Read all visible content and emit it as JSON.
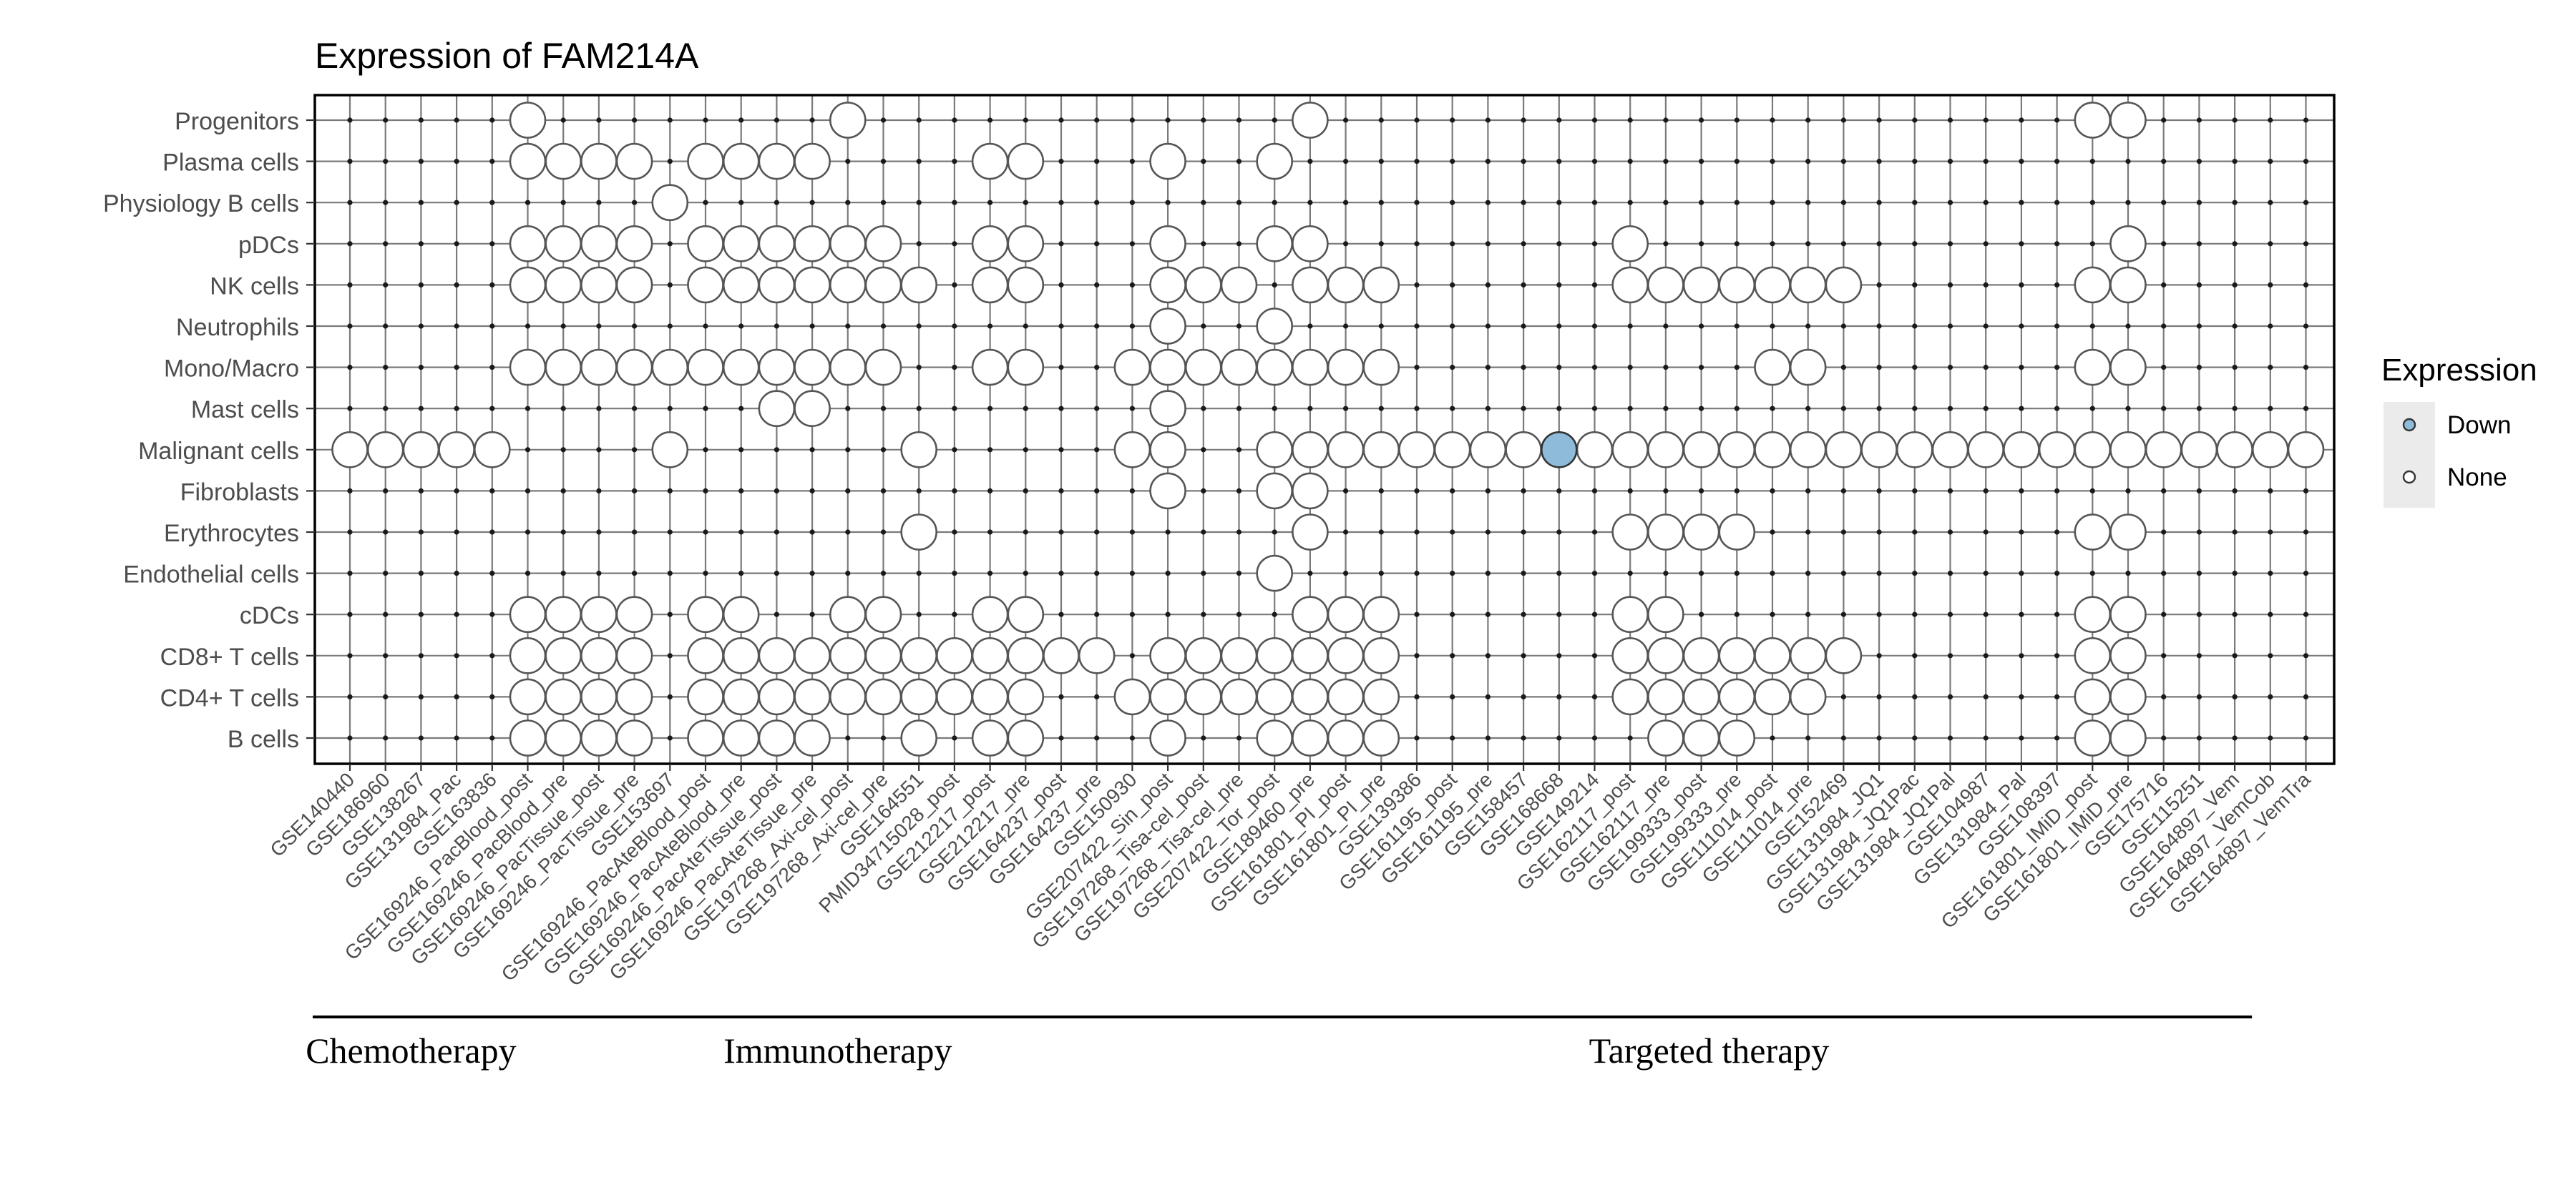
{
  "chart_data": {
    "type": "dot-matrix",
    "title": "Expression of FAM214A",
    "legend": {
      "title": "Expression",
      "position": "right",
      "items": [
        {
          "label": "Down",
          "color": "#8fbbda"
        },
        {
          "label": "None",
          "color": "#ffffff"
        }
      ]
    },
    "rows": [
      "Progenitors",
      "Plasma cells",
      "Physiology B cells",
      "pDCs",
      "NK cells",
      "Neutrophils",
      "Mono/Macro",
      "Mast cells",
      "Malignant cells",
      "Fibroblasts",
      "Erythrocytes",
      "Endothelial cells",
      "cDCs",
      "CD8+ T cells",
      "CD4+ T cells",
      "B cells"
    ],
    "columns": [
      "GSE140440",
      "GSE186960",
      "GSE138267",
      "GSE131984_Pac",
      "GSE163836",
      "GSE169246_PacBlood_post",
      "GSE169246_PacBlood_pre",
      "GSE169246_PacTissue_post",
      "GSE169246_PacTissue_pre",
      "GSE153697",
      "GSE169246_PacAteBlood_post",
      "GSE169246_PacAteBlood_pre",
      "GSE169246_PacAteTissue_post",
      "GSE169246_PacAteTissue_pre",
      "GSE197268_Axi-cel_post",
      "GSE197268_Axi-cel_pre",
      "GSE164551",
      "PMID34715028_post",
      "GSE212217_post",
      "GSE212217_pre",
      "GSE164237_post",
      "GSE164237_pre",
      "GSE150930",
      "GSE207422_Sin_post",
      "GSE197268_Tisa-cel_post",
      "GSE197268_Tisa-cel_pre",
      "GSE207422_Tor_post",
      "GSE189460_pre",
      "GSE161801_PI_post",
      "GSE161801_PI_pre",
      "GSE139386",
      "GSE161195_post",
      "GSE161195_pre",
      "GSE158457",
      "GSE168668",
      "GSE149214",
      "GSE162117_post",
      "GSE162117_pre",
      "GSE199333_post",
      "GSE199333_pre",
      "GSE111014_post",
      "GSE111014_pre",
      "GSE152469",
      "GSE131984_JQ1",
      "GSE131984_JQ1Pac",
      "GSE131984_JQ1Pal",
      "GSE104987",
      "GSE131984_Pal",
      "GSE108397",
      "GSE161801_IMiD_post",
      "GSE161801_IMiD_pre",
      "GSE175716",
      "GSE115251",
      "GSE164897_Vem",
      "GSE164897_VemCob",
      "GSE164897_VemTra"
    ],
    "points": [
      {
        "row": "Progenitors",
        "cols": [
          5,
          14,
          27,
          49,
          50
        ],
        "value": "None"
      },
      {
        "row": "Plasma cells",
        "cols": [
          5,
          6,
          7,
          8,
          10,
          11,
          12,
          13,
          18,
          19,
          23,
          26
        ],
        "value": "None"
      },
      {
        "row": "Physiology B cells",
        "cols": [
          9
        ],
        "value": "None"
      },
      {
        "row": "pDCs",
        "cols": [
          5,
          6,
          7,
          8,
          10,
          11,
          12,
          13,
          14,
          15,
          18,
          19,
          23,
          26,
          27,
          36,
          50
        ],
        "value": "None"
      },
      {
        "row": "NK cells",
        "cols": [
          5,
          6,
          7,
          8,
          10,
          11,
          12,
          13,
          14,
          15,
          16,
          18,
          19,
          23,
          24,
          25,
          27,
          28,
          29,
          36,
          37,
          38,
          39,
          40,
          41,
          42,
          49,
          50
        ],
        "value": "None"
      },
      {
        "row": "Neutrophils",
        "cols": [
          23,
          26
        ],
        "value": "None"
      },
      {
        "row": "Mono/Macro",
        "cols": [
          5,
          6,
          7,
          8,
          9,
          10,
          11,
          12,
          13,
          14,
          15,
          18,
          19,
          22,
          23,
          24,
          25,
          26,
          27,
          28,
          29,
          40,
          41,
          49,
          50
        ],
        "value": "None"
      },
      {
        "row": "Mast cells",
        "cols": [
          12,
          13,
          23
        ],
        "value": "None"
      },
      {
        "row": "Malignant cells",
        "cols": [
          0,
          1,
          2,
          3,
          4,
          9,
          16,
          22,
          23,
          26,
          27,
          28,
          29,
          30,
          31,
          32,
          33,
          35,
          36,
          37,
          38,
          39,
          40,
          41,
          42,
          43,
          44,
          45,
          46,
          47,
          48,
          49,
          50,
          51,
          52,
          53,
          54,
          55
        ],
        "value": "None"
      },
      {
        "row": "Malignant cells",
        "cols": [
          34
        ],
        "value": "Down"
      },
      {
        "row": "Fibroblasts",
        "cols": [
          23,
          26,
          27
        ],
        "value": "None"
      },
      {
        "row": "Erythrocytes",
        "cols": [
          16,
          27,
          36,
          37,
          38,
          39,
          49,
          50
        ],
        "value": "None"
      },
      {
        "row": "Endothelial cells",
        "cols": [
          26
        ],
        "value": "None"
      },
      {
        "row": "cDCs",
        "cols": [
          5,
          6,
          7,
          8,
          10,
          11,
          14,
          15,
          18,
          19,
          27,
          28,
          29,
          36,
          37,
          49,
          50
        ],
        "value": "None"
      },
      {
        "row": "CD8+ T cells",
        "cols": [
          5,
          6,
          7,
          8,
          10,
          11,
          12,
          13,
          14,
          15,
          16,
          17,
          18,
          19,
          20,
          21,
          23,
          24,
          25,
          26,
          27,
          28,
          29,
          36,
          37,
          38,
          39,
          40,
          41,
          42,
          49,
          50
        ],
        "value": "None"
      },
      {
        "row": "CD4+ T cells",
        "cols": [
          5,
          6,
          7,
          8,
          10,
          11,
          12,
          13,
          14,
          15,
          16,
          17,
          18,
          19,
          22,
          23,
          24,
          25,
          26,
          27,
          28,
          29,
          36,
          37,
          38,
          39,
          40,
          41,
          49,
          50
        ],
        "value": "None"
      },
      {
        "row": "B cells",
        "cols": [
          5,
          6,
          7,
          8,
          10,
          11,
          12,
          13,
          16,
          18,
          19,
          23,
          26,
          27,
          28,
          29,
          37,
          38,
          39,
          49,
          50
        ],
        "value": "None"
      }
    ],
    "groups": [
      {
        "label": "Chemotherapy",
        "from": 0,
        "to": 4
      },
      {
        "label": "Immunotherapy",
        "from": 5,
        "to": 23
      },
      {
        "label": "Targeted therapy",
        "from": 24,
        "to": 53
      }
    ],
    "grid": true
  }
}
